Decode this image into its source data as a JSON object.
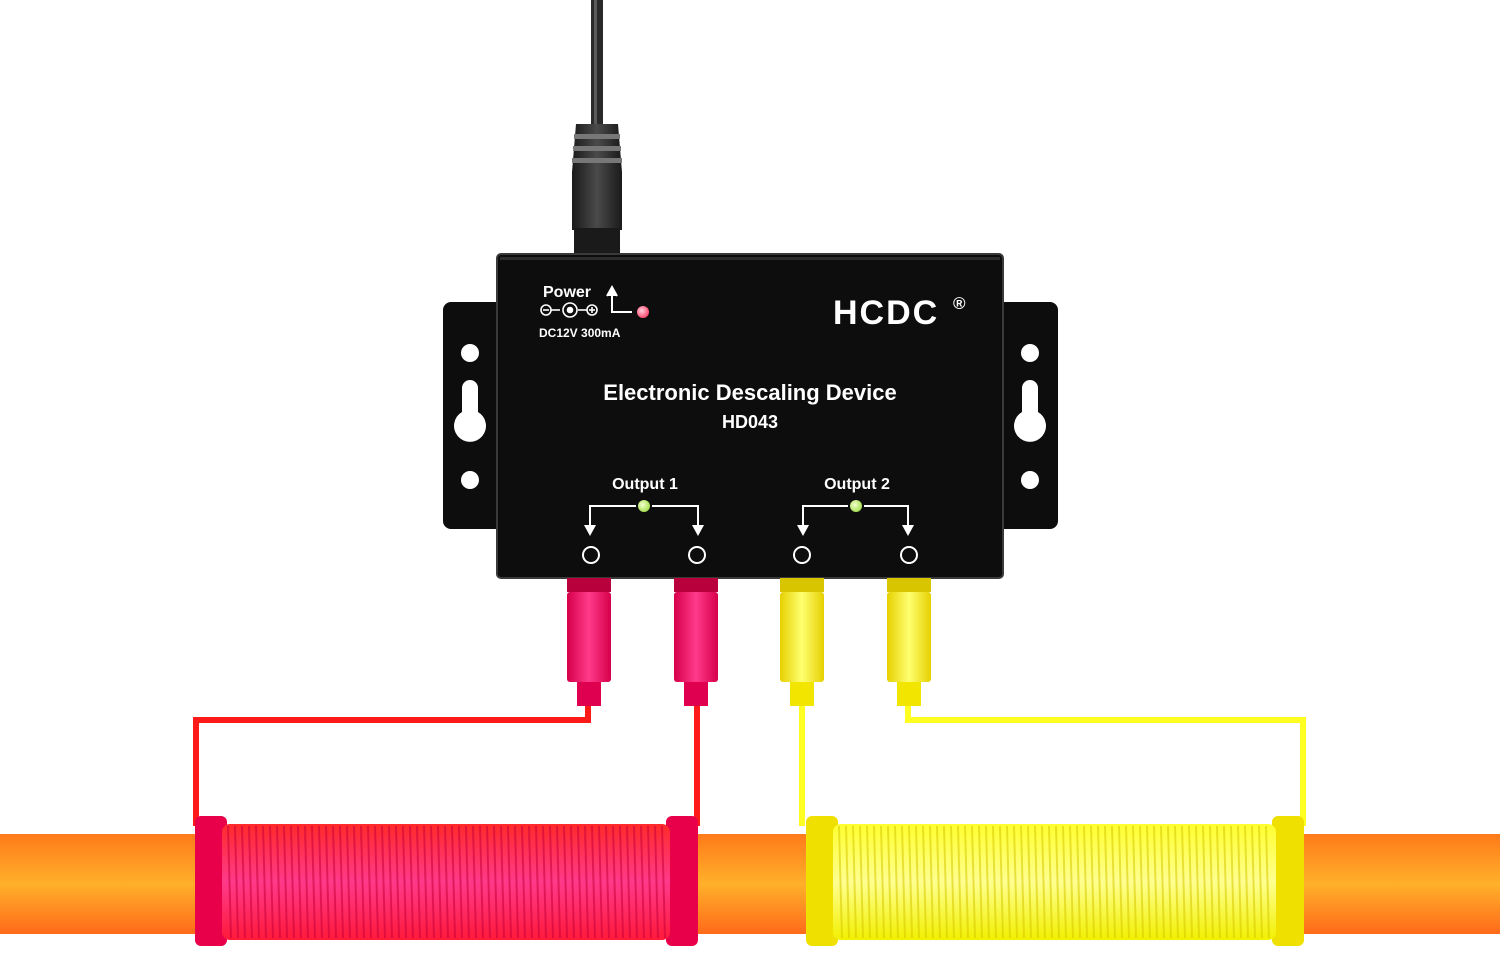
{
  "device": {
    "brand": "HCDC",
    "brand_mark": "®",
    "title": "Electronic Descaling Device",
    "model": "HD043",
    "power_label": "Power",
    "power_spec": "DC12V 300mA"
  },
  "outputs": [
    {
      "label": "Output 1",
      "cable_color": "#ff1a1a",
      "coil_color": "#ff1a55",
      "plug_color": "#ff1a6e"
    },
    {
      "label": "Output 2",
      "cable_color": "#ffff22",
      "coil_color": "#ffff33",
      "plug_color": "#ffee00"
    }
  ],
  "colors": {
    "housing": "#0d0d0d",
    "pipe": "#ff9a1a",
    "power_led": "#ff5577",
    "output_led": "#c8f07a"
  }
}
